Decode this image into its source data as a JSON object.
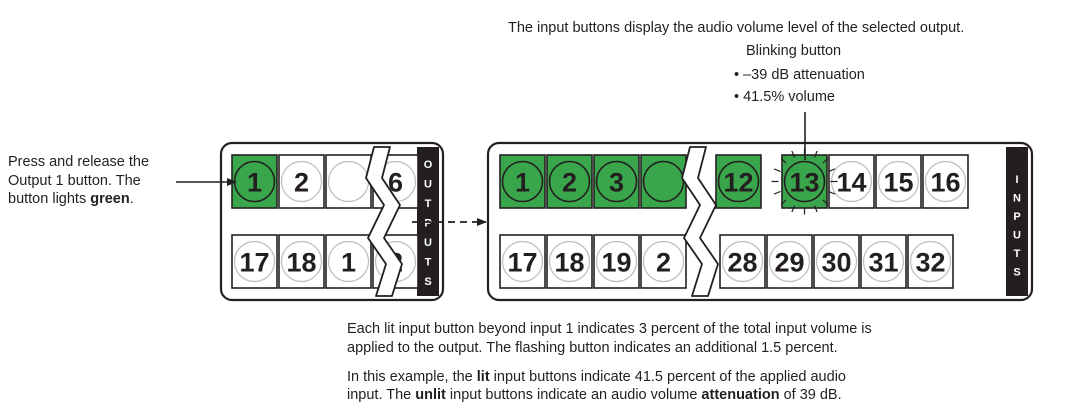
{
  "captions": {
    "top_note": "The input buttons display the audio volume level of the selected output.",
    "blinking_title": "Blinking button",
    "bullet1": "• –39 dB attenuation",
    "bullet2": "• 41.5% volume",
    "left_line1": "Press and release the",
    "left_line2": "Output 1 button. The",
    "left_line3_pre": "button lights ",
    "left_line3_bold": "green",
    "left_line3_post": ".",
    "bottom1_line1": "Each lit input button beyond input 1 indicates 3 percent of the total input volume is",
    "bottom1_line2": "applied to the output.  The flashing button indicates an additional 1.5 percent.",
    "bottom2_a": "In this example, the ",
    "bottom2_b": "lit",
    "bottom2_c": " input buttons indicate 41.5 percent of the applied audio",
    "bottom3_a": "input.  The ",
    "bottom3_b": "unlit",
    "bottom3_c": " input buttons indicate an audio volume ",
    "bottom3_d": "attenuation",
    "bottom3_e": " of 39 dB."
  },
  "outputs_panel": {
    "label_letters": [
      "O",
      "U",
      "T",
      "P",
      "U",
      "T",
      "S"
    ],
    "top_row": [
      {
        "label": "1",
        "state": "lit"
      },
      {
        "label": "2",
        "state": "unlit"
      },
      {
        "label": "",
        "state": "unlit"
      },
      {
        "label": "6",
        "state": "unlit"
      }
    ],
    "bottom_row": [
      {
        "label": "17",
        "state": "unlit"
      },
      {
        "label": "18",
        "state": "unlit"
      },
      {
        "label": "1",
        "state": "unlit"
      },
      {
        "label": "2",
        "state": "unlit"
      }
    ]
  },
  "inputs_panel": {
    "label_letters": [
      "I",
      "N",
      "P",
      "U",
      "T",
      "S"
    ],
    "top_row": [
      {
        "label": "1",
        "state": "lit"
      },
      {
        "label": "2",
        "state": "lit"
      },
      {
        "label": "3",
        "state": "lit"
      },
      {
        "label": "",
        "state": "lit"
      },
      {
        "label": "12",
        "state": "lit"
      },
      {
        "label": "13",
        "state": "blinking"
      },
      {
        "label": "14",
        "state": "unlit"
      },
      {
        "label": "15",
        "state": "unlit"
      },
      {
        "label": "16",
        "state": "unlit"
      }
    ],
    "bottom_row": [
      {
        "label": "17",
        "state": "unlit"
      },
      {
        "label": "18",
        "state": "unlit"
      },
      {
        "label": "19",
        "state": "unlit"
      },
      {
        "label": "2",
        "state": "unlit"
      },
      {
        "label": "28",
        "state": "unlit"
      },
      {
        "label": "29",
        "state": "unlit"
      },
      {
        "label": "30",
        "state": "unlit"
      },
      {
        "label": "31",
        "state": "unlit"
      },
      {
        "label": "32",
        "state": "unlit"
      }
    ]
  },
  "colors": {
    "lit_fill": "#3aa64c",
    "lit_ring": "#2a8a3c",
    "unlit_fill": "#ffffff",
    "frame": "#231f20",
    "text": "#231f20"
  }
}
